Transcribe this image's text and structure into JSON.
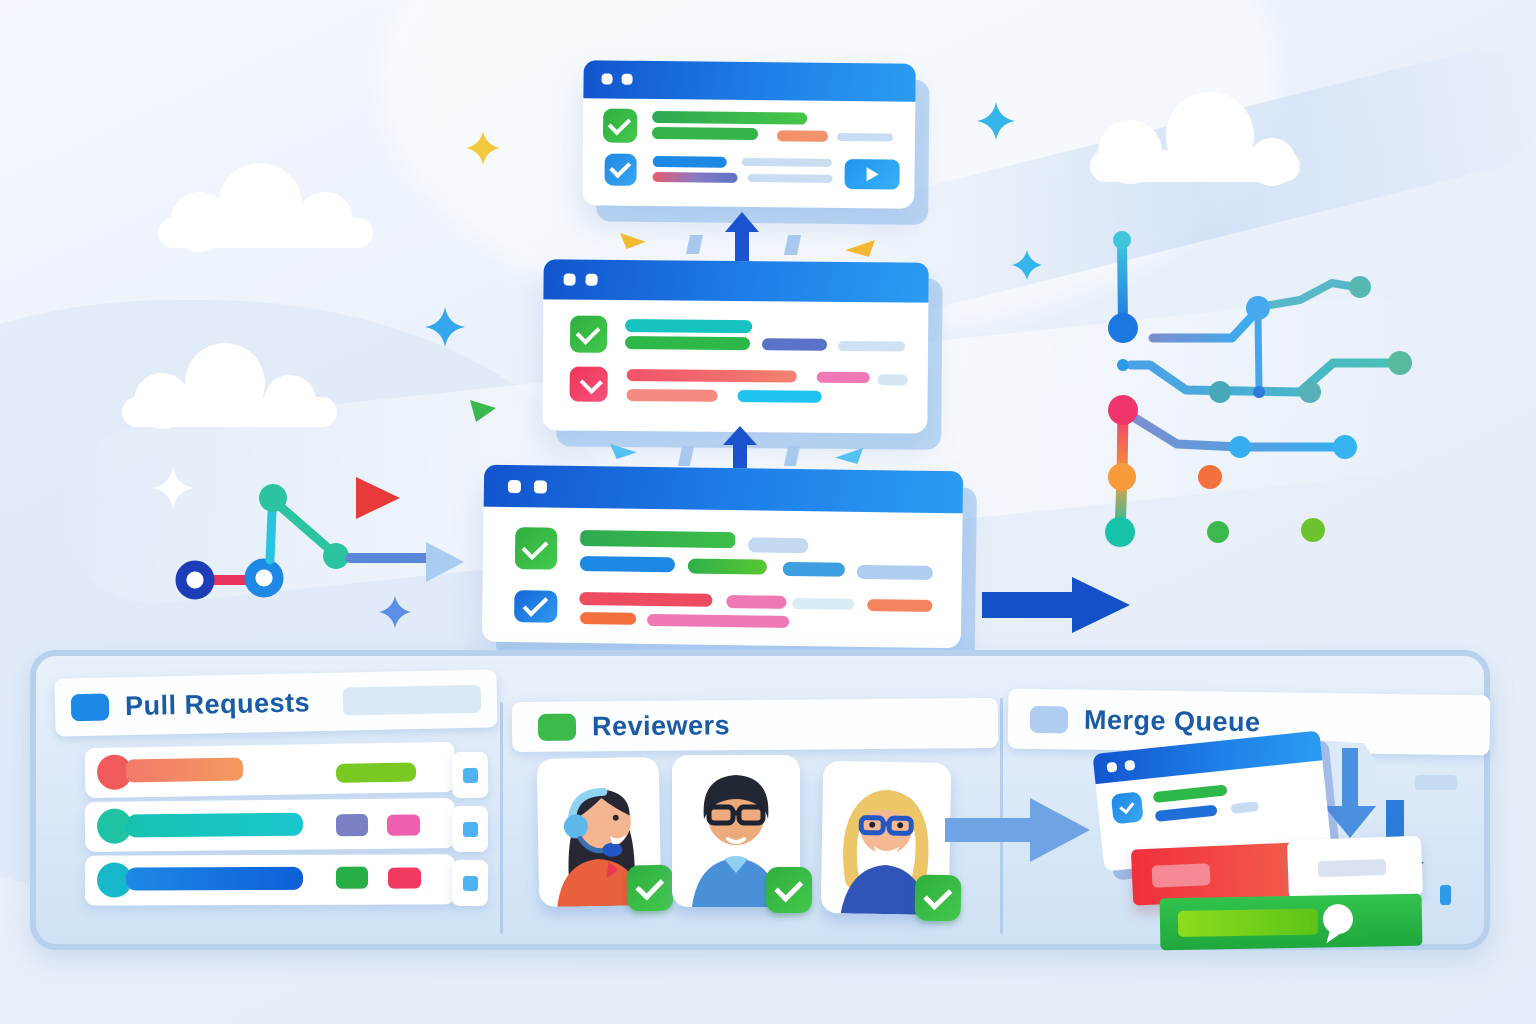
{
  "sections": {
    "pull_requests": {
      "label": "Pull Requests",
      "icon": "blue-rounded-square",
      "icon_color": "#1e88e5"
    },
    "reviewers": {
      "label": "Reviewers",
      "icon": "green-rounded-square",
      "icon_color": "#3dbb4a"
    },
    "merge_queue": {
      "label": "Merge Queue",
      "icon": "lightblue-rounded-square",
      "icon_color": "#aecdf0"
    }
  },
  "glyphs": {
    "check": "checkmark",
    "chevron_down": "chevron-down",
    "send": "paper-plane",
    "speech": "speech-bubble",
    "sparkle": "four-point-star"
  },
  "colors": {
    "titlebar_blue": "#1e7fe8",
    "accent_blue": "#1e88e5",
    "success_green": "#3dbb4a",
    "fail_red": "#f23b5f",
    "teal": "#17c3c0",
    "orange": "#f4845f",
    "pink": "#f178b6",
    "lime": "#7ac922",
    "light_pill": "#c9ddf2",
    "panel_border": "#b7d0ec",
    "header_text": "#1b5ba6"
  },
  "windows": {
    "count": 3,
    "description": "three stacked browser windows with status check rows, connected by upward arrows"
  },
  "reviewers_list": [
    {
      "name": "reviewer-headset-woman",
      "status": "approved"
    },
    {
      "name": "reviewer-glasses-man",
      "status": "approved"
    },
    {
      "name": "reviewer-blonde-woman",
      "status": "approved"
    }
  ]
}
